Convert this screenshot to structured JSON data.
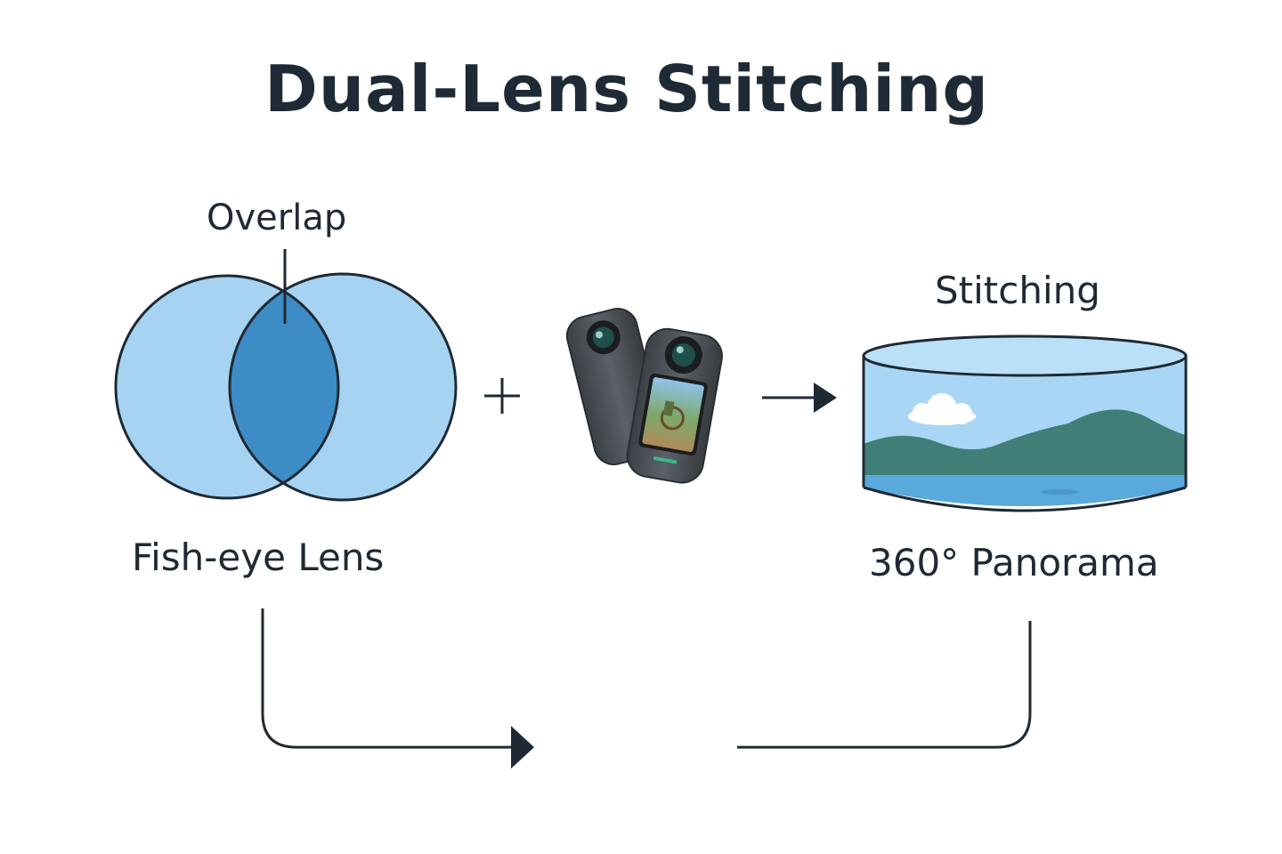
{
  "title": "Dual-Lens Stitching",
  "labels": {
    "overlap": "Overlap",
    "fisheye": "Fish-eye Lens",
    "stitching": "Stitching",
    "panorama": "360° Panorama",
    "plus": "+"
  },
  "icons": {
    "lens_diagram": "overlapping-circles-icon",
    "camera": "360-camera-icon",
    "panorama": "panorama-cylinder-icon",
    "arrow": "arrow-right-icon"
  },
  "colors": {
    "text": "#1f2933",
    "lens_fill": "#a6d3f2",
    "overlap_fill": "#3d8cc6",
    "outline": "#1f2933",
    "sky": "#a9d6f5",
    "hills": "#3f7f78",
    "water": "#5aa9dd",
    "camera_body": "#4b5157"
  }
}
